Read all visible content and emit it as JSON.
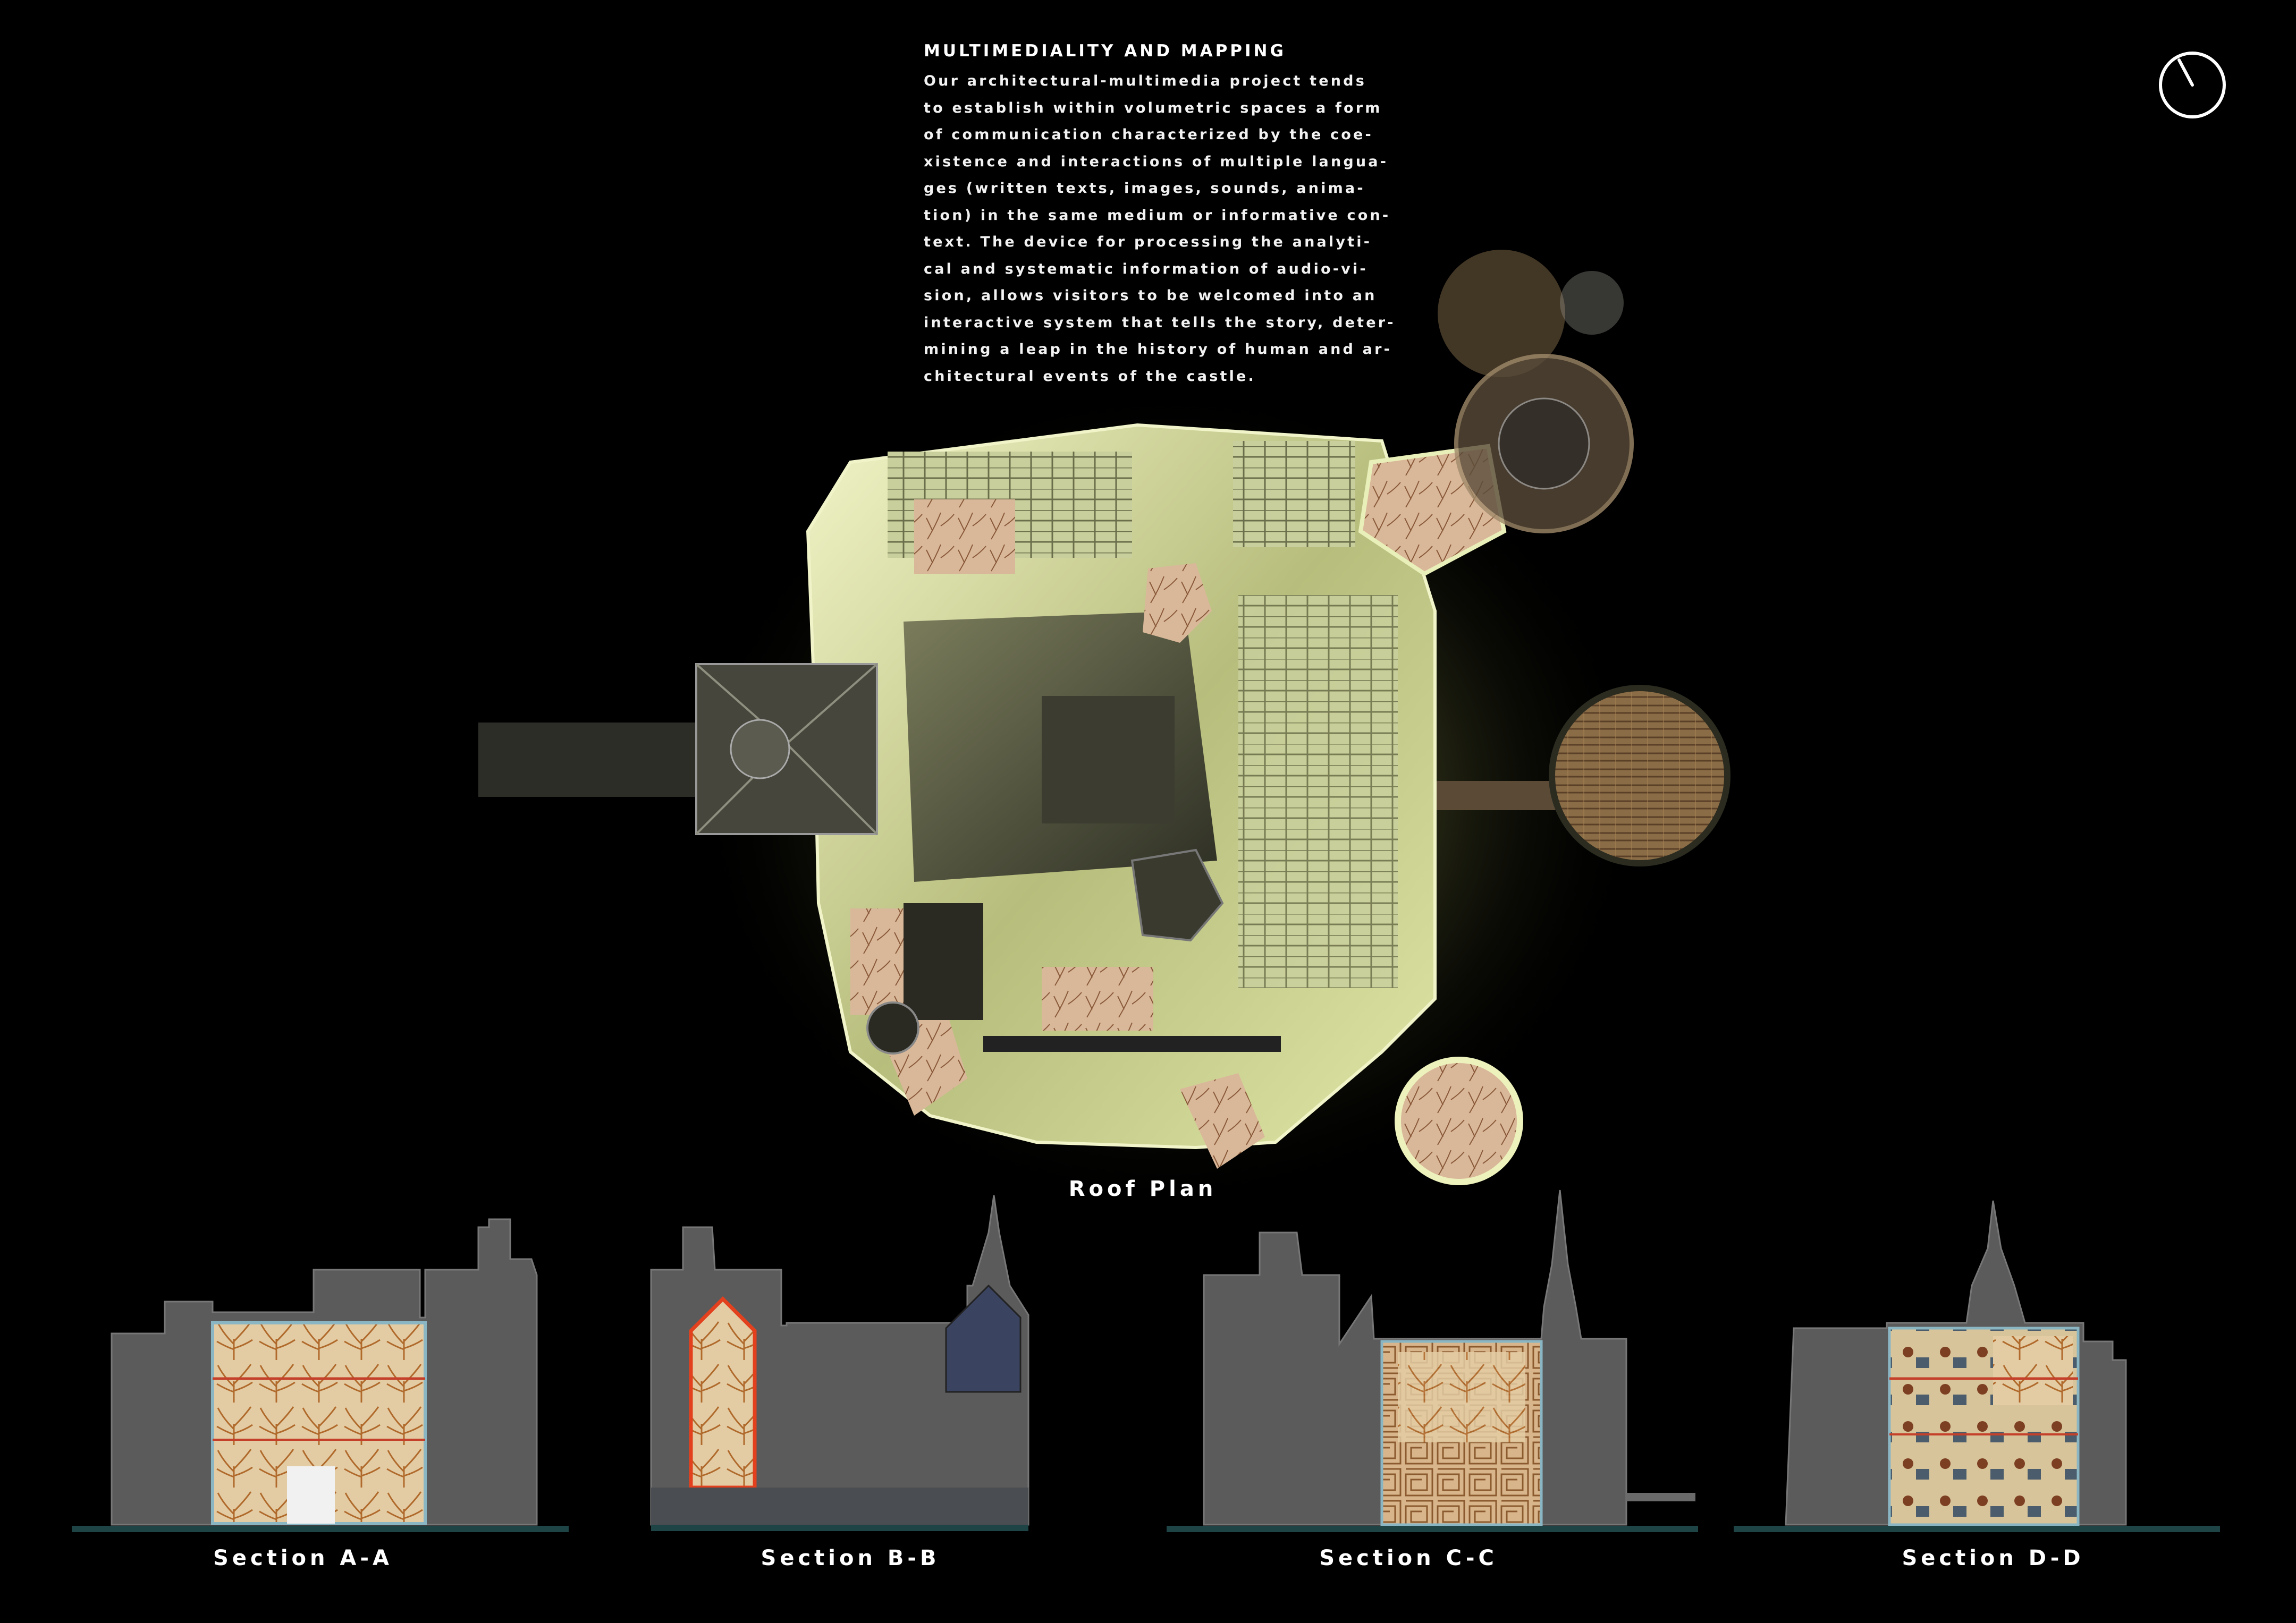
{
  "header": {
    "title": "MULTIMEDIALITY AND MAPPING",
    "body_lines": [
      "Our architectural-multimedia project tends",
      "to establish within volumetric spaces a form",
      "of communication characterized by the coe-",
      "xistence and interactions of multiple langua-",
      "ges (written texts, images, sounds, anima-",
      "tion) in the same medium or informative con-",
      "text. The device for processing the analyti-",
      "cal and systematic information of audio-vi-",
      "sion, allows visitors to be welcomed into an",
      "interactive system that tells the story, deter-",
      "mining a leap in the history of human and ar-",
      "chitectural events of the castle."
    ]
  },
  "roof_plan": {
    "caption": "Roof Plan"
  },
  "sections": [
    {
      "caption": "Section A-A"
    },
    {
      "caption": "Section B-B"
    },
    {
      "caption": "Section C-C"
    },
    {
      "caption": "Section D-D"
    }
  ],
  "icons": {
    "compass": "north-arrow-icon"
  },
  "colors": {
    "background": "#000000",
    "glow": "#e8f0a0",
    "stone": "#6a6a5e",
    "wall_grey": "#5c5c5c",
    "tree_orange": "#c8843e",
    "accent_red": "#d04020",
    "glass_blue": "#9fc6d2",
    "ground_teal": "#1e4446"
  }
}
